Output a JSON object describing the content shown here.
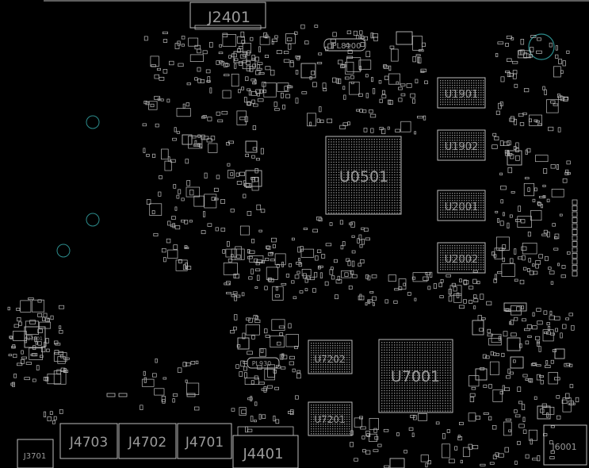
{
  "labels": {
    "j2401": "J2401",
    "pl8100": "PL8100",
    "u1901": "U1901",
    "u1902": "U1902",
    "u0501": "U0501",
    "u2001": "U2001",
    "u2002": "U2002",
    "u7202": "U7202",
    "u7001": "U7001",
    "u7201": "U7201",
    "pl9300": "PL930",
    "j4703": "J4703",
    "j4702": "J4702",
    "j4701": "J4701",
    "j4401": "J4401",
    "j3701": "J3701",
    "j6001": "J6001",
    "u3801": "U3801"
  },
  "colors": {
    "background": "#000000",
    "silkscreen": "#bdbdbd",
    "label_text": "#9a9a9a",
    "mount_hole": "#2c8c8c"
  }
}
